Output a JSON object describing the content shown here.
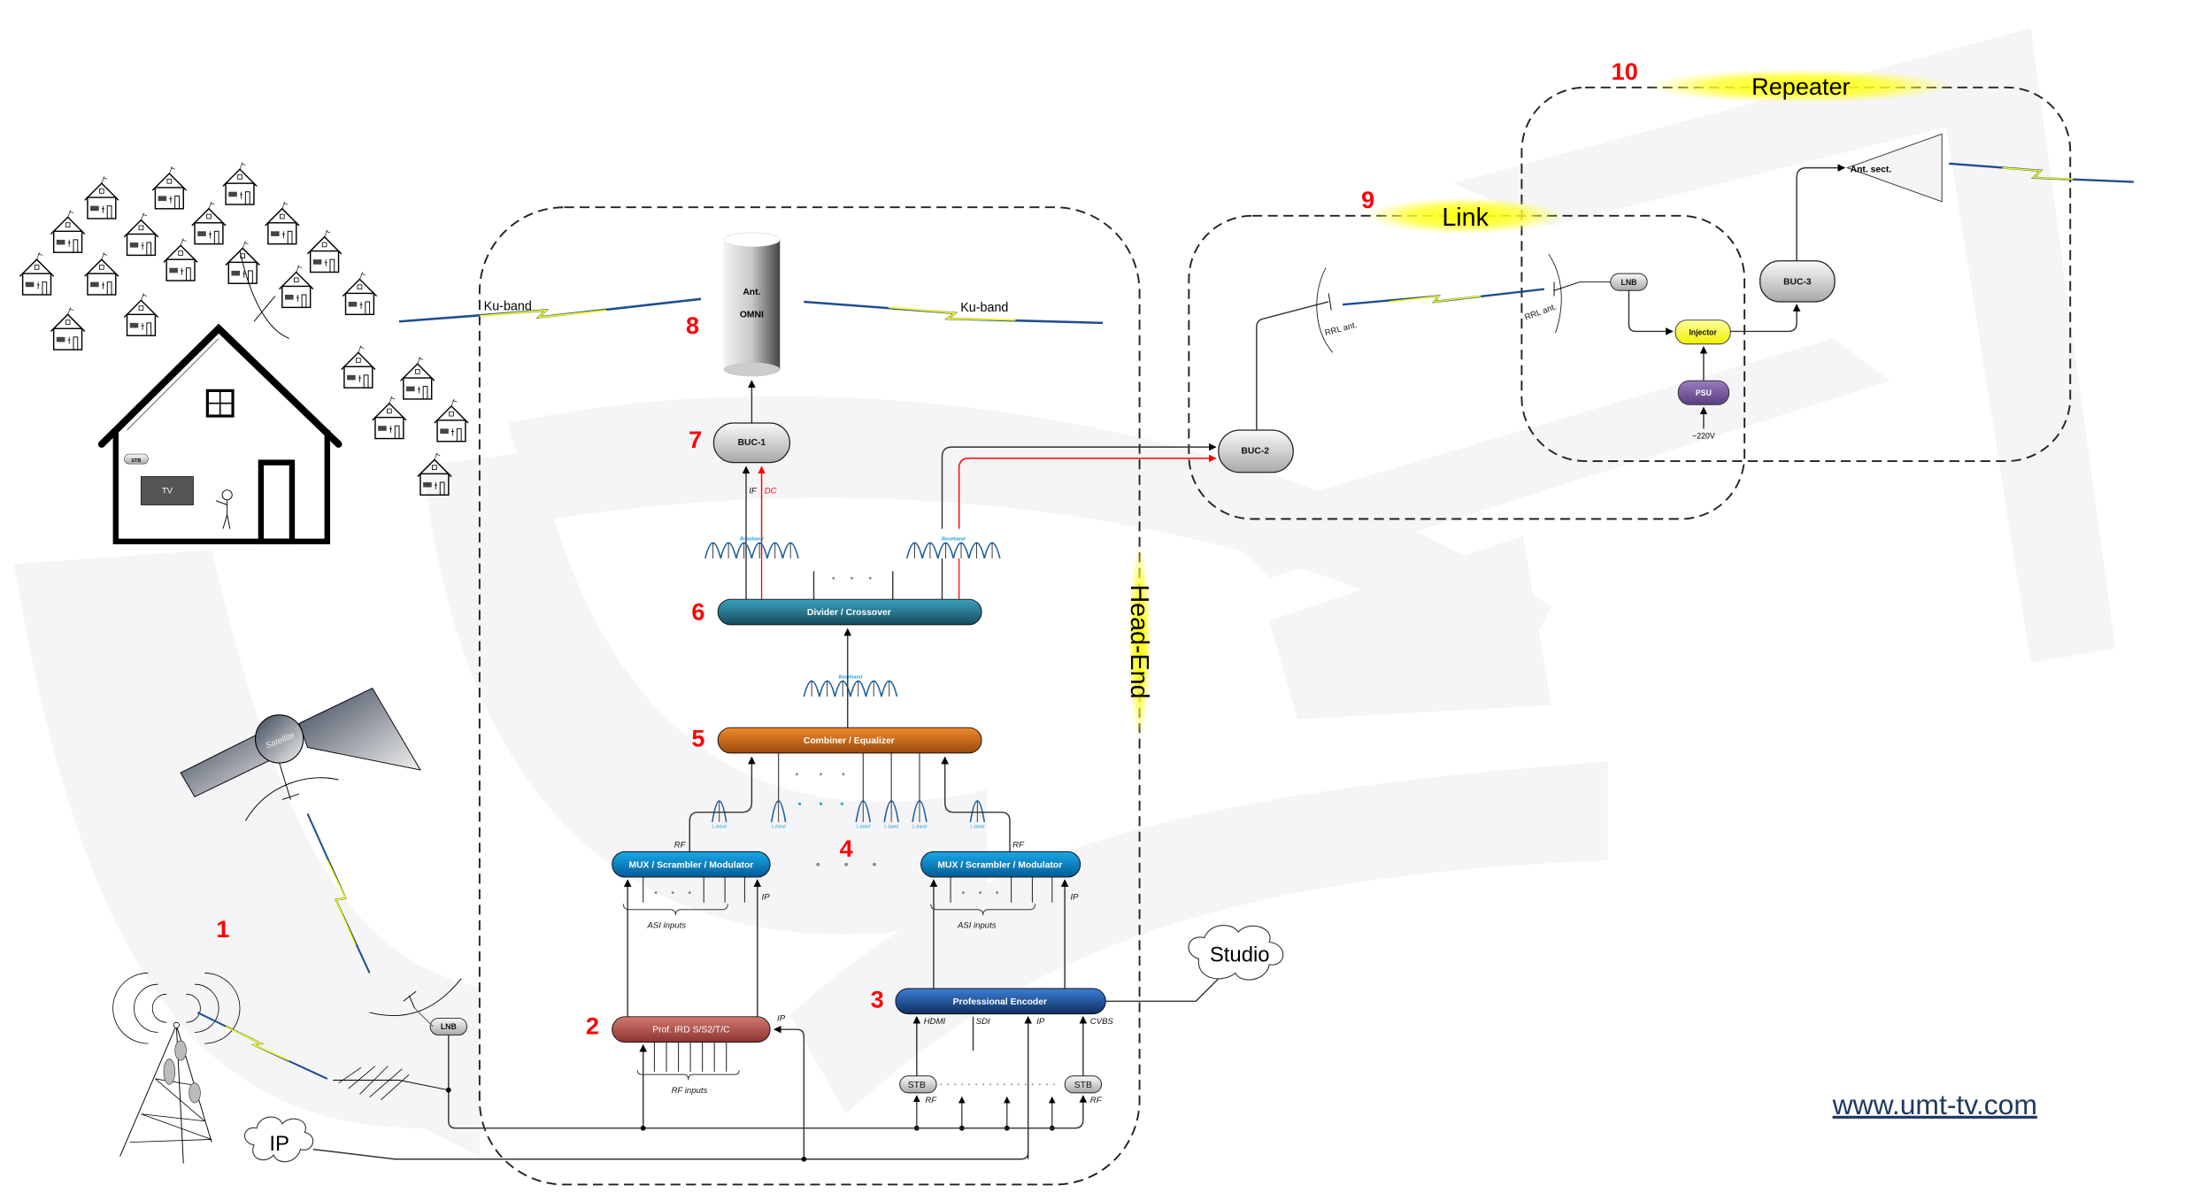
{
  "website": "www.umt-tv.com",
  "colors": {
    "accent_red": "#ff0000",
    "mux": "#0a86c8",
    "encoder": "#1f5aa6",
    "ird": "#b5524d",
    "combiner": "#e07a22",
    "divider": "#2b8ba3",
    "injector": "#ffff33",
    "psu": "#7d5ba6",
    "glow": "#ffff00",
    "link_text": "#1f3864"
  },
  "sections": {
    "head_end": {
      "number": "",
      "title": "Head-End"
    },
    "link": {
      "number": "9",
      "title": "Link"
    },
    "repeater": {
      "number": "10",
      "title": "Repeater"
    }
  },
  "step_numbers": [
    "1",
    "2",
    "3",
    "4",
    "5",
    "6",
    "7",
    "8"
  ],
  "antenna": {
    "line1": "Ant.",
    "line2": "OMNI"
  },
  "ku_band": [
    "Ku-band",
    "Ku-band"
  ],
  "blocks": {
    "buc1": "BUC-1",
    "buc2": "BUC-2",
    "buc3": "BUC-3",
    "divider": "Divider / Crossover",
    "combiner": "Combiner / Equalizer",
    "mux_left": "MUX / Scrambler / Modulator",
    "mux_right": "MUX / Scrambler / Modulator",
    "encoder": "Professional Encoder",
    "ird": "Prof. IRD S/S2/T/C",
    "stb_left": "STB",
    "stb_right": "STB",
    "lnb_left": "LNB",
    "lnb_right": "LNB",
    "injector": "Injector",
    "psu": "PSU",
    "ant_sect": "Ant. sect.",
    "tv": "TV",
    "stb_home": "STB",
    "satellite": "Satellite"
  },
  "signal_labels": {
    "if": "IF",
    "dc": "DC",
    "baseband": "Baseband",
    "lband": "L-band",
    "rf": "RF",
    "ip": "IP",
    "asi_inputs": "ASI inputs",
    "rf_inputs": "RF inputs",
    "hdmi": "HDMI",
    "sdi": "SDI",
    "cvbs": "CVBS",
    "rrl_ant": "RRL ant.",
    "mains": "~220V"
  },
  "clouds": {
    "studio": "Studio",
    "ip": "IP"
  }
}
